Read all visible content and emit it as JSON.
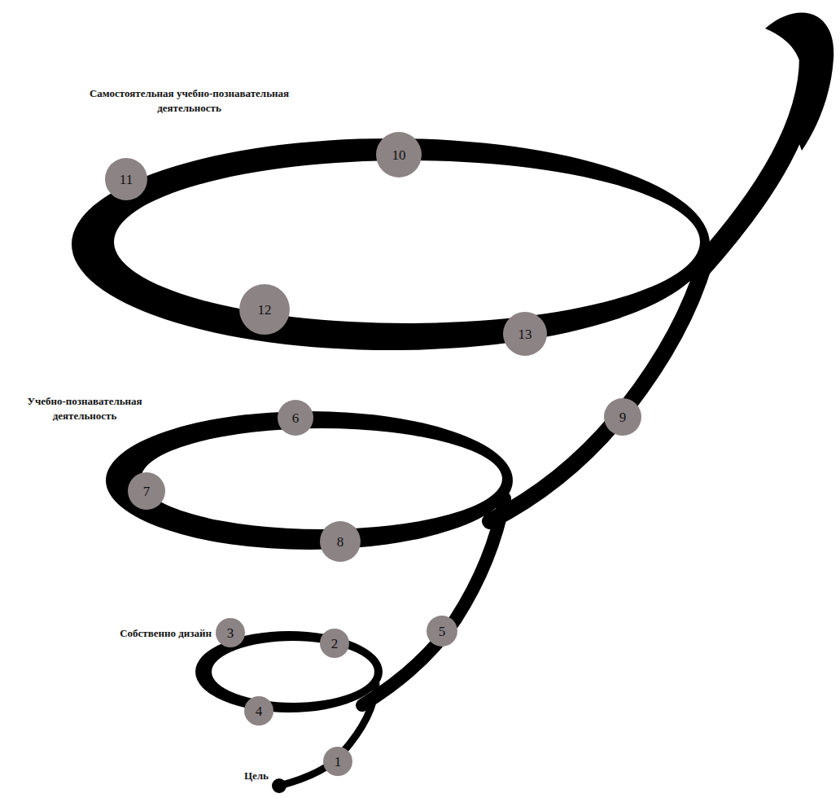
{
  "diagram": {
    "nodes": [
      {
        "text": [
          "1"
        ]
      },
      {
        "text": [
          "2"
        ]
      },
      {
        "text": [
          "3"
        ]
      },
      {
        "text": [
          "4"
        ]
      },
      {
        "text": [
          "5"
        ]
      },
      {
        "text": [
          "6"
        ]
      },
      {
        "text": [
          "7"
        ]
      },
      {
        "text": [
          "8"
        ]
      },
      {
        "text": [
          "9"
        ]
      },
      {
        "text": [
          "10"
        ]
      },
      {
        "text": [
          "11"
        ]
      },
      {
        "text": [
          "12"
        ]
      },
      {
        "text": [
          "13"
        ]
      }
    ],
    "labels": [
      "Самостоятельная учебно-познавательная деятельность",
      "Учебно-познавательная деятельность",
      "Собственно дизайн",
      "Цель"
    ]
  }
}
